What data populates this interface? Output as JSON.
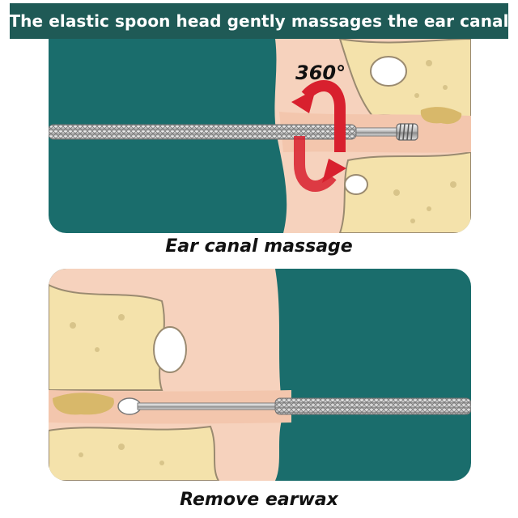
{
  "banner": {
    "text": "The elastic spoon head gently massages the ear canal"
  },
  "panels": [
    {
      "caption": "Ear canal massage",
      "rotation_label": "360°",
      "tool": "spiral-ear-pick",
      "illustration": "ear-canal-cross-section"
    },
    {
      "caption": "Remove earwax",
      "tool": "spoon-ear-pick",
      "illustration": "ear-canal-cross-section"
    }
  ],
  "colors": {
    "banner": "#1f5a56",
    "background_teal": "#1a6d6c",
    "skin": "#f6d2bd",
    "bone": "#f4e2ab",
    "earwax": "#d8b86a",
    "arrow_red": "#d8202e",
    "steel": "#c8c8c8"
  }
}
